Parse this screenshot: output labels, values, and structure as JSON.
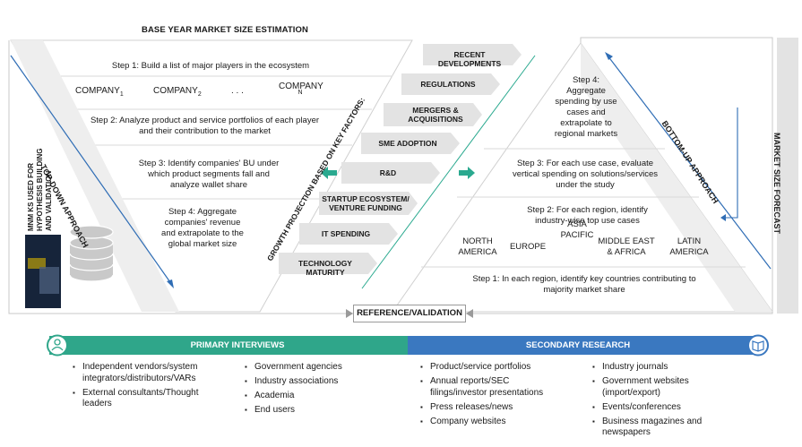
{
  "header": {
    "title": "BASE YEAR MARKET SIZE ESTIMATION"
  },
  "top_down": {
    "label": "TOP-DOWN APPROACH",
    "step1": "Step 1: Build a list of major players in the ecosystem",
    "companies": [
      "COMPANY",
      "COMPANY",
      ". . .",
      "COMPANY"
    ],
    "company_subs": [
      "1",
      "2",
      "",
      "N"
    ],
    "step2": "Step 2: Analyze product and service portfolios of each player and their contribution to the market",
    "step3": "Step 3: Identify companies' BU under which product segments fall and analyze wallet share",
    "step4": "Step 4: Aggregate companies' revenue and extrapolate to the global market size"
  },
  "side_label": "MNM KS USED FOR HYPOTHESIS BUILDING AND VALIDATION",
  "growth_label": "GROWTH PROJECTION BASED ON KEY FACTORS:",
  "factors": [
    "RECENT DEVELOPMENTS",
    "REGULATIONS",
    "MERGERS & ACQUISITIONS",
    "SME ADOPTION",
    "R&D",
    "STARTUP ECOSYSTEM/ VENTURE FUNDING",
    "IT SPENDING",
    "TECHNOLOGY MATURITY"
  ],
  "bottom_up": {
    "label": "BOTTOM-UP APPROACH",
    "step4": "Step 4: Aggregate spending by use cases and extrapolate to regional markets",
    "step3": "Step 3: For each use case, evaluate vertical spending on solutions/services under the study",
    "step2": "Step 2: For each region, identify industry-wise top use cases",
    "regions": [
      "NORTH AMERICA",
      "EUROPE",
      "ASIA PACIFIC",
      "MIDDLE EAST & AFRICA",
      "LATIN AMERICA"
    ],
    "step1": "Step 1: In each region, identify key countries contributing to majority market share"
  },
  "forecast_label": "MARKET SIZE FORECAST",
  "reference": "REFERENCE/VALIDATION",
  "primary": {
    "title": "PRIMARY INTERVIEWS",
    "col1": [
      "Independent vendors/system integrators/distributors/VARs",
      "External consultants/Thought leaders"
    ],
    "col2": [
      "Government agencies",
      "Industry associations",
      "Academia",
      "End users"
    ]
  },
  "secondary": {
    "title": "SECONDARY RESEARCH",
    "col1": [
      "Product/service portfolios",
      "Annual reports/SEC filings/investor presentations",
      "Press releases/news",
      "Company websites"
    ],
    "col2": [
      "Industry journals",
      "Government websites (import/export)",
      "Events/conferences",
      "Business magazines and newspapers"
    ]
  },
  "colors": {
    "teal": "#2fa68a",
    "blue": "#3a78c0",
    "arrow_teal": "#2aa98f",
    "arrow_blue": "#2f6db5",
    "gray": "#e3e3e3"
  }
}
